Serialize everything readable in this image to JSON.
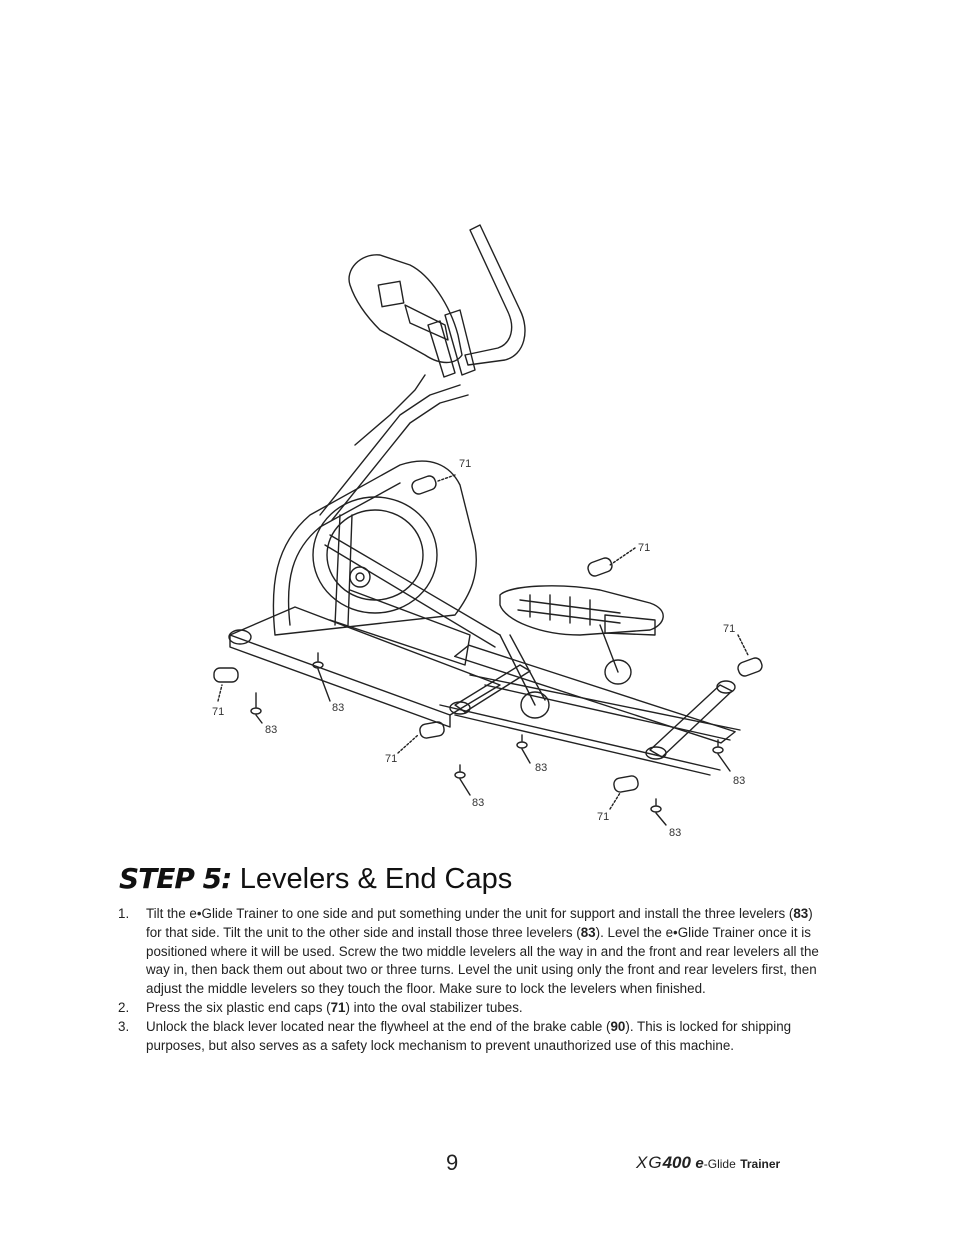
{
  "diagram": {
    "part_labels": {
      "end_cap": "71",
      "leveler": "83"
    }
  },
  "step": {
    "label": "STEP 5:",
    "title": "Levelers & End Caps"
  },
  "instructions": [
    {
      "num": "1.",
      "p1": "Tilt the e•Glide Trainer to one side and put something under the unit for support and install the three levelers (",
      "b1": "83",
      "p2": ") for that side. Tilt the unit to the other side and install those three levelers (",
      "b2": "83",
      "p3": "). Level the e•Glide Trainer once it is positioned where it will be used. Screw the two middle levelers all the way in and the front and rear levelers all the way in, then back them out about two or three turns. Level the unit using only the front and rear levelers first, then adjust the middle levelers so they touch the floor. Make sure to lock the levelers when finished."
    },
    {
      "num": "2.",
      "p1": "Press the six plastic end caps (",
      "b1": "71",
      "p2": ") into the oval stabilizer tubes."
    },
    {
      "num": "3.",
      "p1": "Unlock the black lever located near the flywheel at the end of the brake cable (",
      "b1": "90",
      "p2": "). This is locked for shipping purposes, but also serves as a safety lock mechanism to prevent unauthorized use of this machine."
    }
  ],
  "footer": {
    "page_number": "9",
    "brand_xg": "XG",
    "brand_model": "400",
    "brand_e": "e",
    "brand_glide": "-Glide",
    "brand_trainer": "Trainer"
  }
}
